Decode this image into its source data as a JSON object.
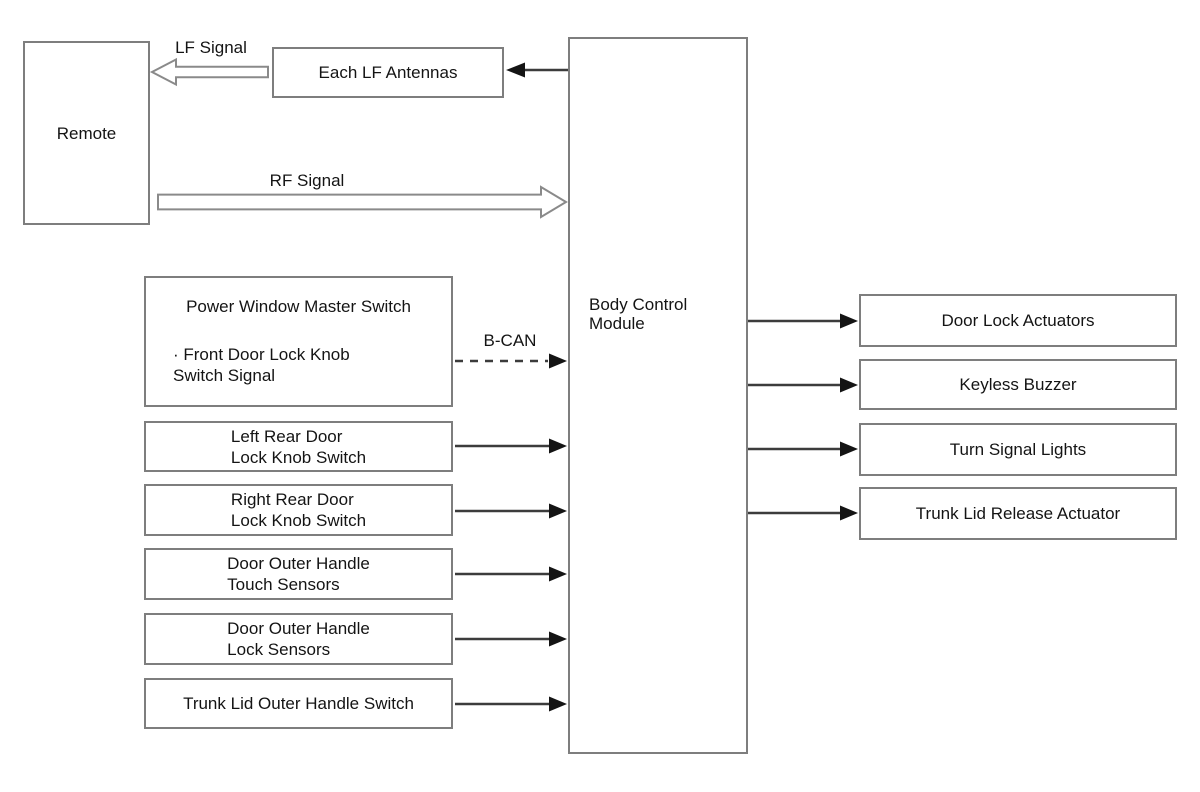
{
  "diagram": {
    "nodes": {
      "remote": {
        "label": "Remote"
      },
      "each_lf_antennas": {
        "label": "Each LF Antennas"
      },
      "body_control_module": {
        "line1": "Body Control",
        "line2": "Module"
      },
      "power_window_master_switch": {
        "title": "Power Window Master Switch",
        "sub_line1": "· Front Door Lock Knob",
        "sub_line2": "Switch Signal"
      },
      "left_rear_door_lock_knob_switch": {
        "line1": "Left Rear Door",
        "line2": "Lock Knob Switch"
      },
      "right_rear_door_lock_knob_switch": {
        "line1": "Right Rear Door",
        "line2": "Lock Knob Switch"
      },
      "door_outer_handle_touch_sensors": {
        "line1": "Door Outer Handle",
        "line2": "Touch Sensors"
      },
      "door_outer_handle_lock_sensors": {
        "line1": "Door Outer Handle",
        "line2": "Lock Sensors"
      },
      "trunk_lid_outer_handle_switch": {
        "label": "Trunk Lid Outer Handle Switch"
      },
      "door_lock_actuators": {
        "label": "Door Lock Actuators"
      },
      "keyless_buzzer": {
        "label": "Keyless Buzzer"
      },
      "turn_signal_lights": {
        "label": "Turn Signal Lights"
      },
      "trunk_lid_release_actuator": {
        "label": "Trunk Lid Release Actuator"
      }
    },
    "signal_labels": {
      "lf": "LF Signal",
      "rf": "RF Signal",
      "b_can": "B-CAN"
    },
    "colors": {
      "background": "#ffffff",
      "box_border": "#7e7e7e",
      "arrow_line": "#3c3c3c",
      "arrowhead_fill": "#141414",
      "text": "#141414"
    }
  }
}
